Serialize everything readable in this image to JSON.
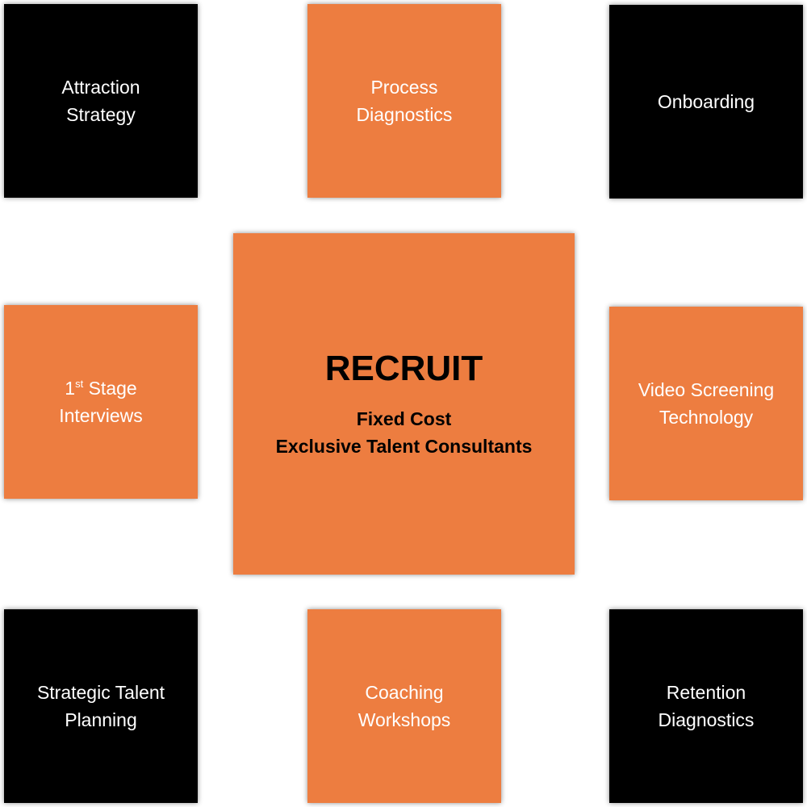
{
  "center": {
    "title": "RECRUIT",
    "line1": "Fixed Cost",
    "line2": "Exclusive Talent Consultants"
  },
  "boxes": {
    "attraction": {
      "line1": "Attraction",
      "line2": "Strategy"
    },
    "process": {
      "line1": "Process",
      "line2": "Diagnostics"
    },
    "onboarding": {
      "line1": "Onboarding"
    },
    "interviews": {
      "prefix": "1",
      "sup": "st",
      "line1_rest": " Stage",
      "line2": "Interviews"
    },
    "video": {
      "line1": "Video Screening",
      "line2": "Technology"
    },
    "strategic": {
      "line1": "Strategic Talent",
      "line2": "Planning"
    },
    "coaching": {
      "line1": "Coaching",
      "line2": "Workshops"
    },
    "retention": {
      "line1": "Retention",
      "line2": "Diagnostics"
    }
  },
  "colors": {
    "orange": "#ED7D40",
    "black": "#000000"
  }
}
